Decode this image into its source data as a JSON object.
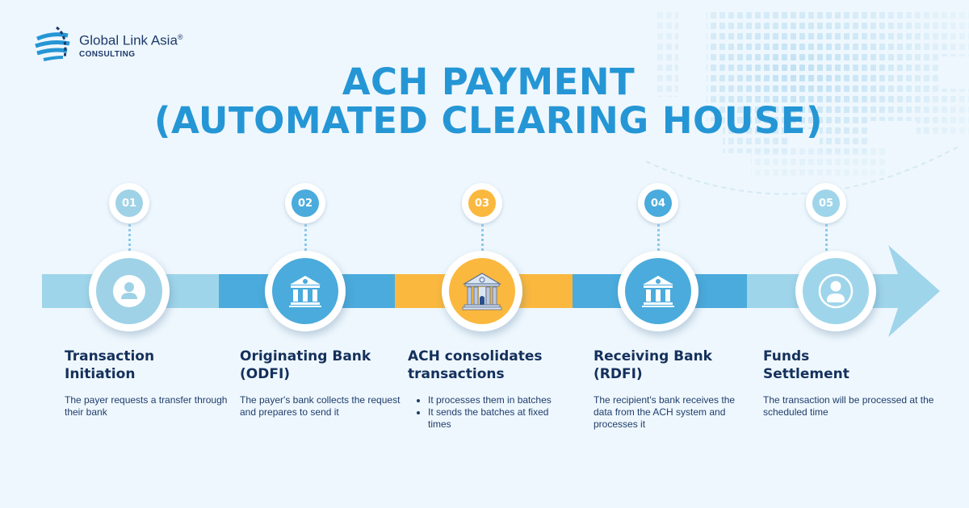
{
  "logo": {
    "name": "Global Link Asia",
    "registered_mark": "®",
    "subtitle": "CONSULTING",
    "icon": "globe-icon"
  },
  "title": {
    "line1": "ACH PAYMENT",
    "line2": "(AUTOMATED CLEARING HOUSE)"
  },
  "colors": {
    "background": "#eef7fd",
    "title": "#2596d5",
    "light_blue": "#9fd5ea",
    "blue": "#4aabdc",
    "yellow": "#fbb83e",
    "text_dark": "#14305c"
  },
  "steps": [
    {
      "number": "01",
      "icon": "user-icon",
      "title_line1": "Transaction",
      "title_line2": "Initiation",
      "description": "The payer requests a transfer through their bank",
      "color": "#9fd2e6"
    },
    {
      "number": "02",
      "icon": "bank-icon",
      "title_line1": "Originating Bank",
      "title_line2": "(ODFI)",
      "description": "The payer's bank collects the request and prepares to send it",
      "color": "#4aabdc"
    },
    {
      "number": "03",
      "icon": "clearing-house-icon",
      "title_line1": "ACH consolidates",
      "title_line2": "transactions",
      "bullets": [
        "It processes them in batches",
        "It sends the batches at fixed times"
      ],
      "color": "#fbb83e"
    },
    {
      "number": "04",
      "icon": "bank-icon",
      "title_line1": "Receiving Bank",
      "title_line2": "(RDFI)",
      "description": "The recipient's bank receives the data from the ACH system and processes it",
      "color": "#4aabdc"
    },
    {
      "number": "05",
      "icon": "user-circle-icon",
      "title_line1": "Funds",
      "title_line2": "Settlement",
      "description": "The transaction will be processed at the scheduled time",
      "color": "#9fd5ea"
    }
  ]
}
